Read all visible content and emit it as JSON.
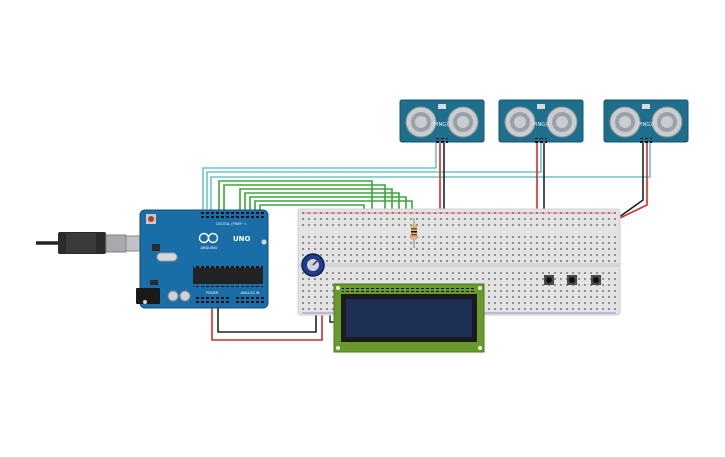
{
  "canvas": {
    "background": "#ffffff"
  },
  "colors": {
    "sensor_board": "#1e6f8c",
    "sensor_can": "#c9cdd2",
    "arduino_board": "#1a6ea8",
    "breadboard": "#e3e3e3",
    "lcd_frame": "#6a9a2c",
    "lcd_screen": "#1e2f56",
    "wire_green": "#3aa53a",
    "wire_teal": "#6fc5c9",
    "wire_red": "#d42a2a",
    "wire_black": "#222222",
    "potentiometer": "#1f3d8a"
  },
  "sensors": [
    {
      "name": "ultrasonic-sensor-1",
      "label": "PING))"
    },
    {
      "name": "ultrasonic-sensor-2",
      "label": "PING))"
    },
    {
      "name": "ultrasonic-sensor-3",
      "label": "PING))"
    }
  ],
  "arduino": {
    "logo": "UNO",
    "brand": "ARDUINO",
    "digital_header": "DIGITAL (PWM~)",
    "power_label": "POWER",
    "analog_label": "ANALOG IN"
  },
  "breadboard": {
    "buttons": 3
  },
  "lcd": {
    "rows": 2,
    "cols": 16
  }
}
